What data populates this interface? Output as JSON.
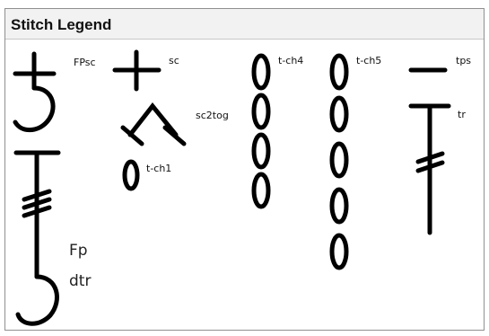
{
  "panel": {
    "title": "Stitch Legend"
  },
  "legend": {
    "fpsc": "FPsc",
    "sc": "sc",
    "sc2tog": "sc2tog",
    "tch1": "t-ch1",
    "tch4": "t-ch4",
    "tch5": "t-ch5",
    "tps": "tps",
    "tr": "tr",
    "fpdtr_line1": "Fp",
    "fpdtr_line2": "dtr"
  },
  "colors": {
    "stroke": "#000000",
    "header_bg": "#f2f2f2",
    "border": "#8f8f8f"
  }
}
